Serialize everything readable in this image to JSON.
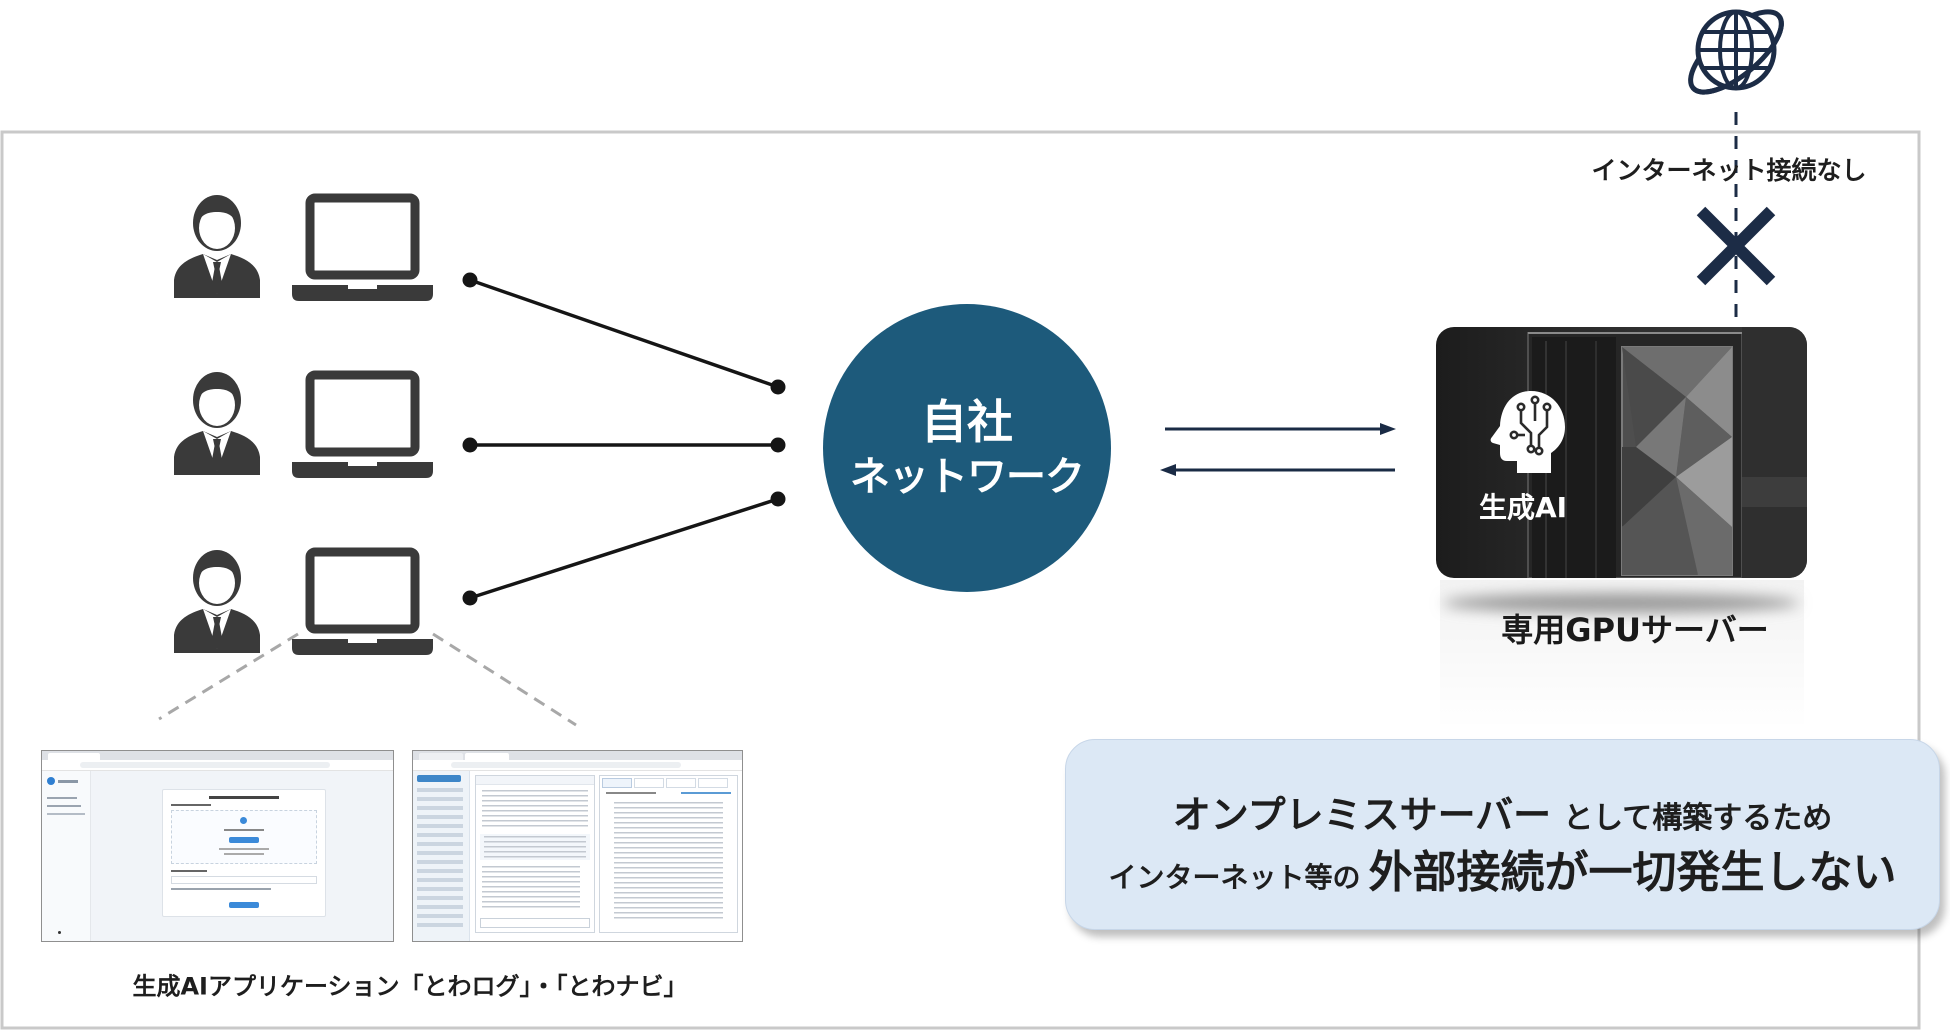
{
  "users": [
    {
      "person_icon": "businessman-icon",
      "device_icon": "laptop-icon"
    },
    {
      "person_icon": "businessman-icon",
      "device_icon": "laptop-icon"
    },
    {
      "person_icon": "businessman-icon",
      "device_icon": "laptop-icon"
    }
  ],
  "network": {
    "line1": "自社",
    "line2": "ネットワーク",
    "color": "#1d5a7b"
  },
  "internet": {
    "icon": "globe-icon",
    "label": "インターネット接続なし",
    "blocked_icon": "x-mark-icon",
    "color": "#1c2c46"
  },
  "server": {
    "icon": "ai-head-icon",
    "ai_label": "生成AI",
    "name": "専用GPUサーバー"
  },
  "callout": {
    "line1_strong": "オンプレミスサーバー",
    "line1_rest": "として構築するため",
    "line2_lead": "インターネット等の",
    "line2_strong": "外部接続が一切発生しない",
    "background": "#dce8f5"
  },
  "apps": {
    "caption": "生成AIアプリケーション「とわログ」・「とわナビ」"
  }
}
